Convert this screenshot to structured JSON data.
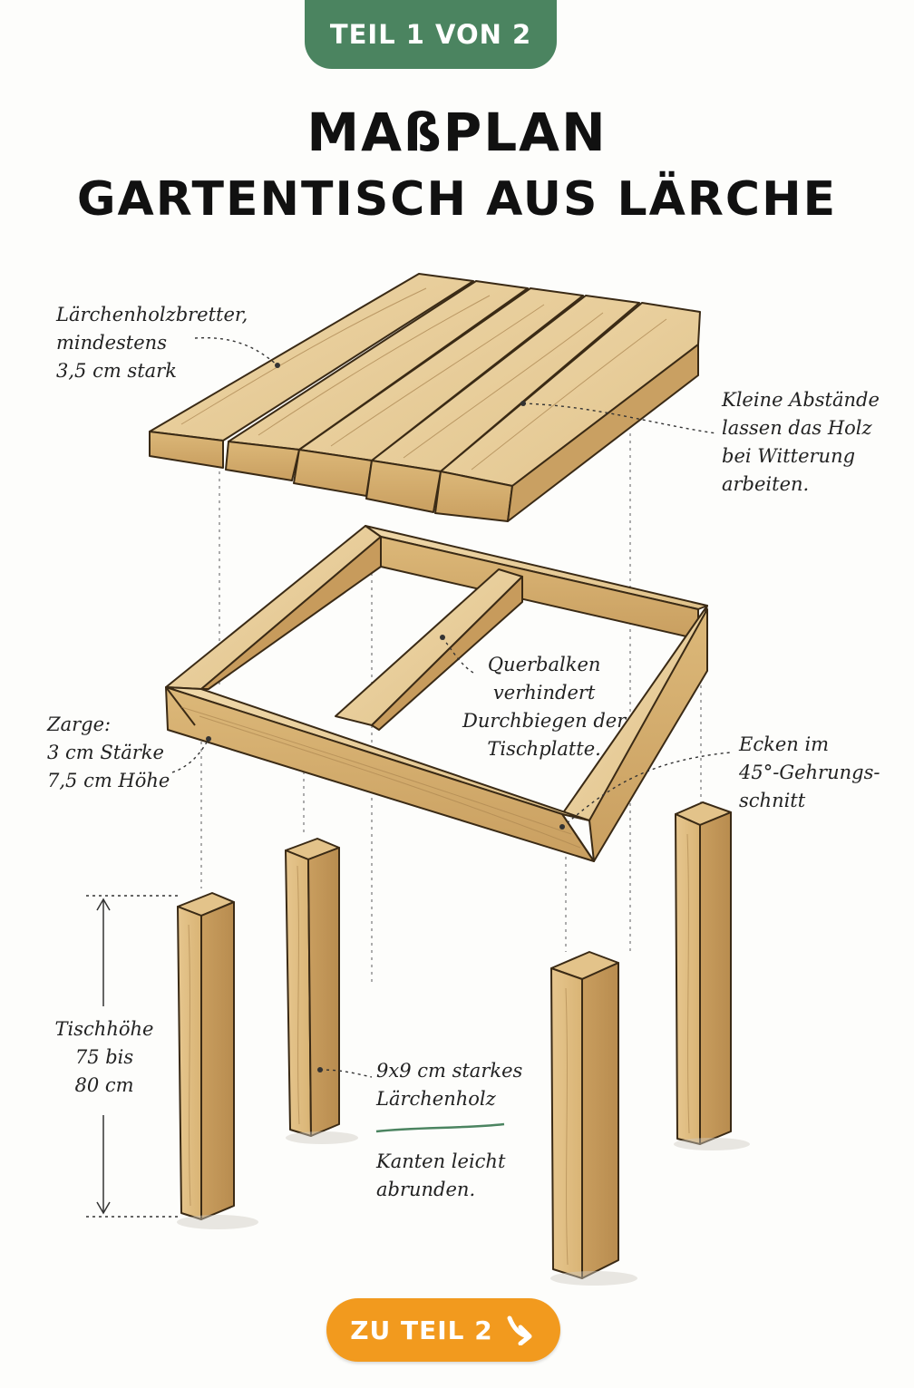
{
  "header": {
    "part_badge": "TEIL 1 VON 2",
    "title_line1": "MAßPLAN",
    "title_line2": "GARTENTISCH AUS LÄRCHE"
  },
  "annotations": {
    "boards": "Lärchenholzbretter,\nmindestens\n3,5 cm stark",
    "gaps": "Kleine Abstände\nlassen das Holz\nbei Witterung\narbeiten.",
    "crossbeam": "Querbalken\nverhindert\nDurchbiegen der\nTischplatte.",
    "frame": "Zarge:\n3 cm Stärke\n7,5 cm Höhe",
    "corners": "Ecken im\n45°-Gehrungs-\nschnitt",
    "height": "Tischhöhe\n75 bis\n80 cm",
    "legs_wood": "9x9 cm starkes\nLärchenholz",
    "legs_edges": "Kanten leicht\nabrunden."
  },
  "footer": {
    "next_button": "ZU TEIL 2",
    "next_icon": "arrow-down-right-icon"
  },
  "colors": {
    "badge_green": "#4b8460",
    "button_orange": "#f29a1e",
    "wood_light": "#e9cf9d",
    "wood_mid": "#d8b57a",
    "wood_dark": "#b98d52"
  }
}
